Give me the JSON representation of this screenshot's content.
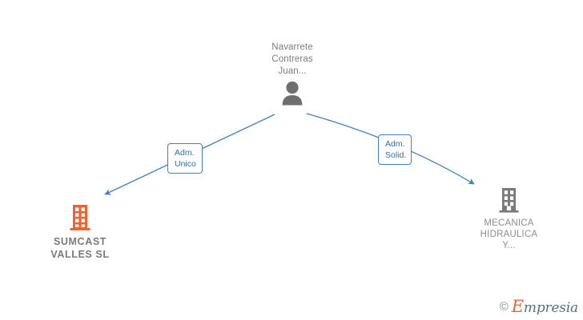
{
  "diagram": {
    "type": "org-relationship-graph",
    "background_color": "#ffffff",
    "edge_color": "#3f7fd0"
  },
  "person": {
    "name": "Navarrete\nContreras\nJuan...",
    "icon": "person-icon",
    "icon_color": "#6e6e6e"
  },
  "edges": [
    {
      "label": "Adm.\nUnico",
      "from": "person",
      "to": "company_left",
      "color": "#3f7fd0"
    },
    {
      "label": "Adm.\nSolid.",
      "from": "person",
      "to": "company_right",
      "color": "#3f7fd0"
    }
  ],
  "companies": [
    {
      "name": "SUMCAST\nVALLES  SL",
      "icon": "building-icon",
      "icon_color": "#f4622d",
      "text_color": "#7a7a7a",
      "emphasis": "primary"
    },
    {
      "name": "MECANICA\nHIDRAULICA\nY...",
      "icon": "building-icon",
      "icon_color": "#7a7a7a",
      "text_color": "#8e8e8e",
      "emphasis": "secondary"
    }
  ],
  "watermark": {
    "copyright": "©",
    "brand_initial": "E",
    "brand_rest": "mpresia",
    "accent_color": "#f4622d"
  }
}
